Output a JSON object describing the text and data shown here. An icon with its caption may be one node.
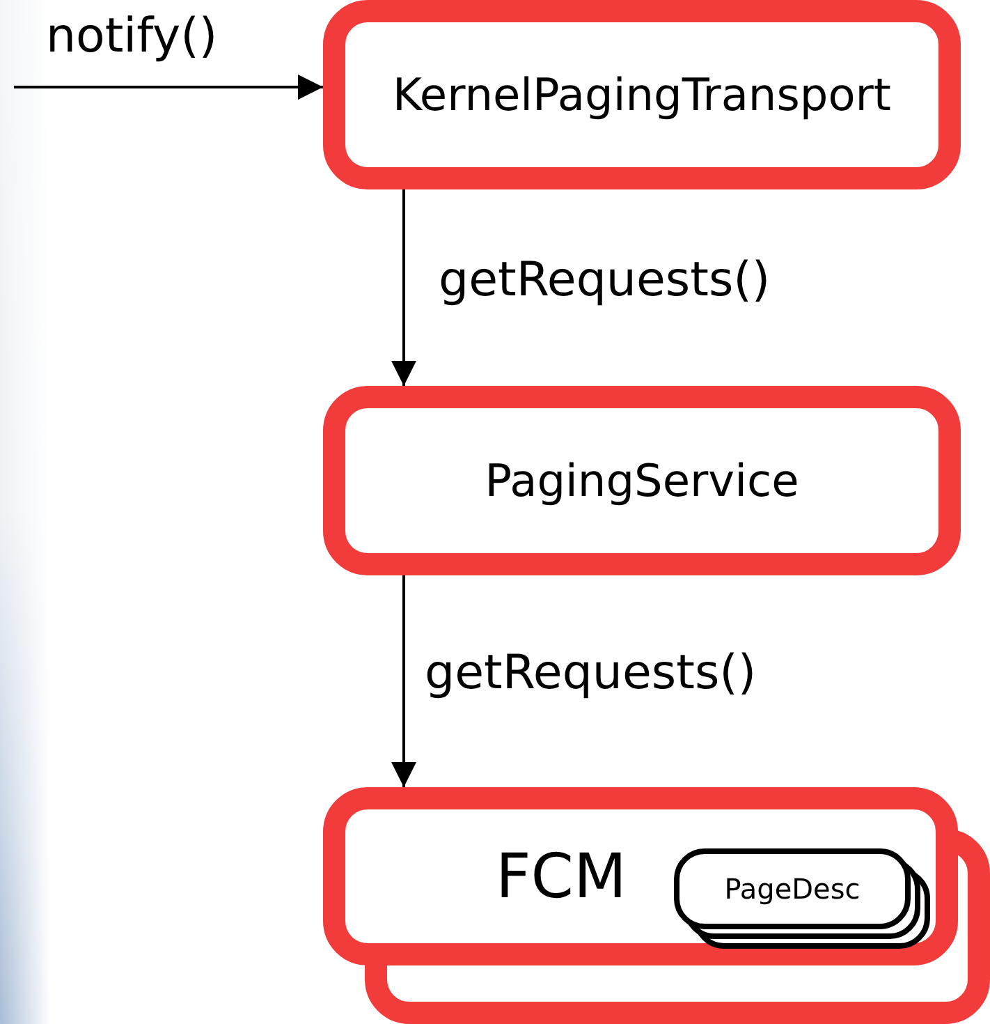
{
  "diagram": {
    "nodes": [
      {
        "text": [
          "KernelPagingTransport"
        ]
      },
      {
        "text": [
          "PagingService"
        ]
      },
      {
        "text": [
          "FCM"
        ]
      },
      {
        "text": [
          "PageDesc"
        ],
        "in": 2
      }
    ],
    "edges": [
      {
        "from": null,
        "to": 0,
        "arrow": "to",
        "label": "notify()"
      },
      {
        "from": 0,
        "to": 1,
        "arrow": "to",
        "label": "getRequests()"
      },
      {
        "from": 1,
        "to": 2,
        "arrow": "to",
        "label": "getRequests()"
      }
    ]
  }
}
